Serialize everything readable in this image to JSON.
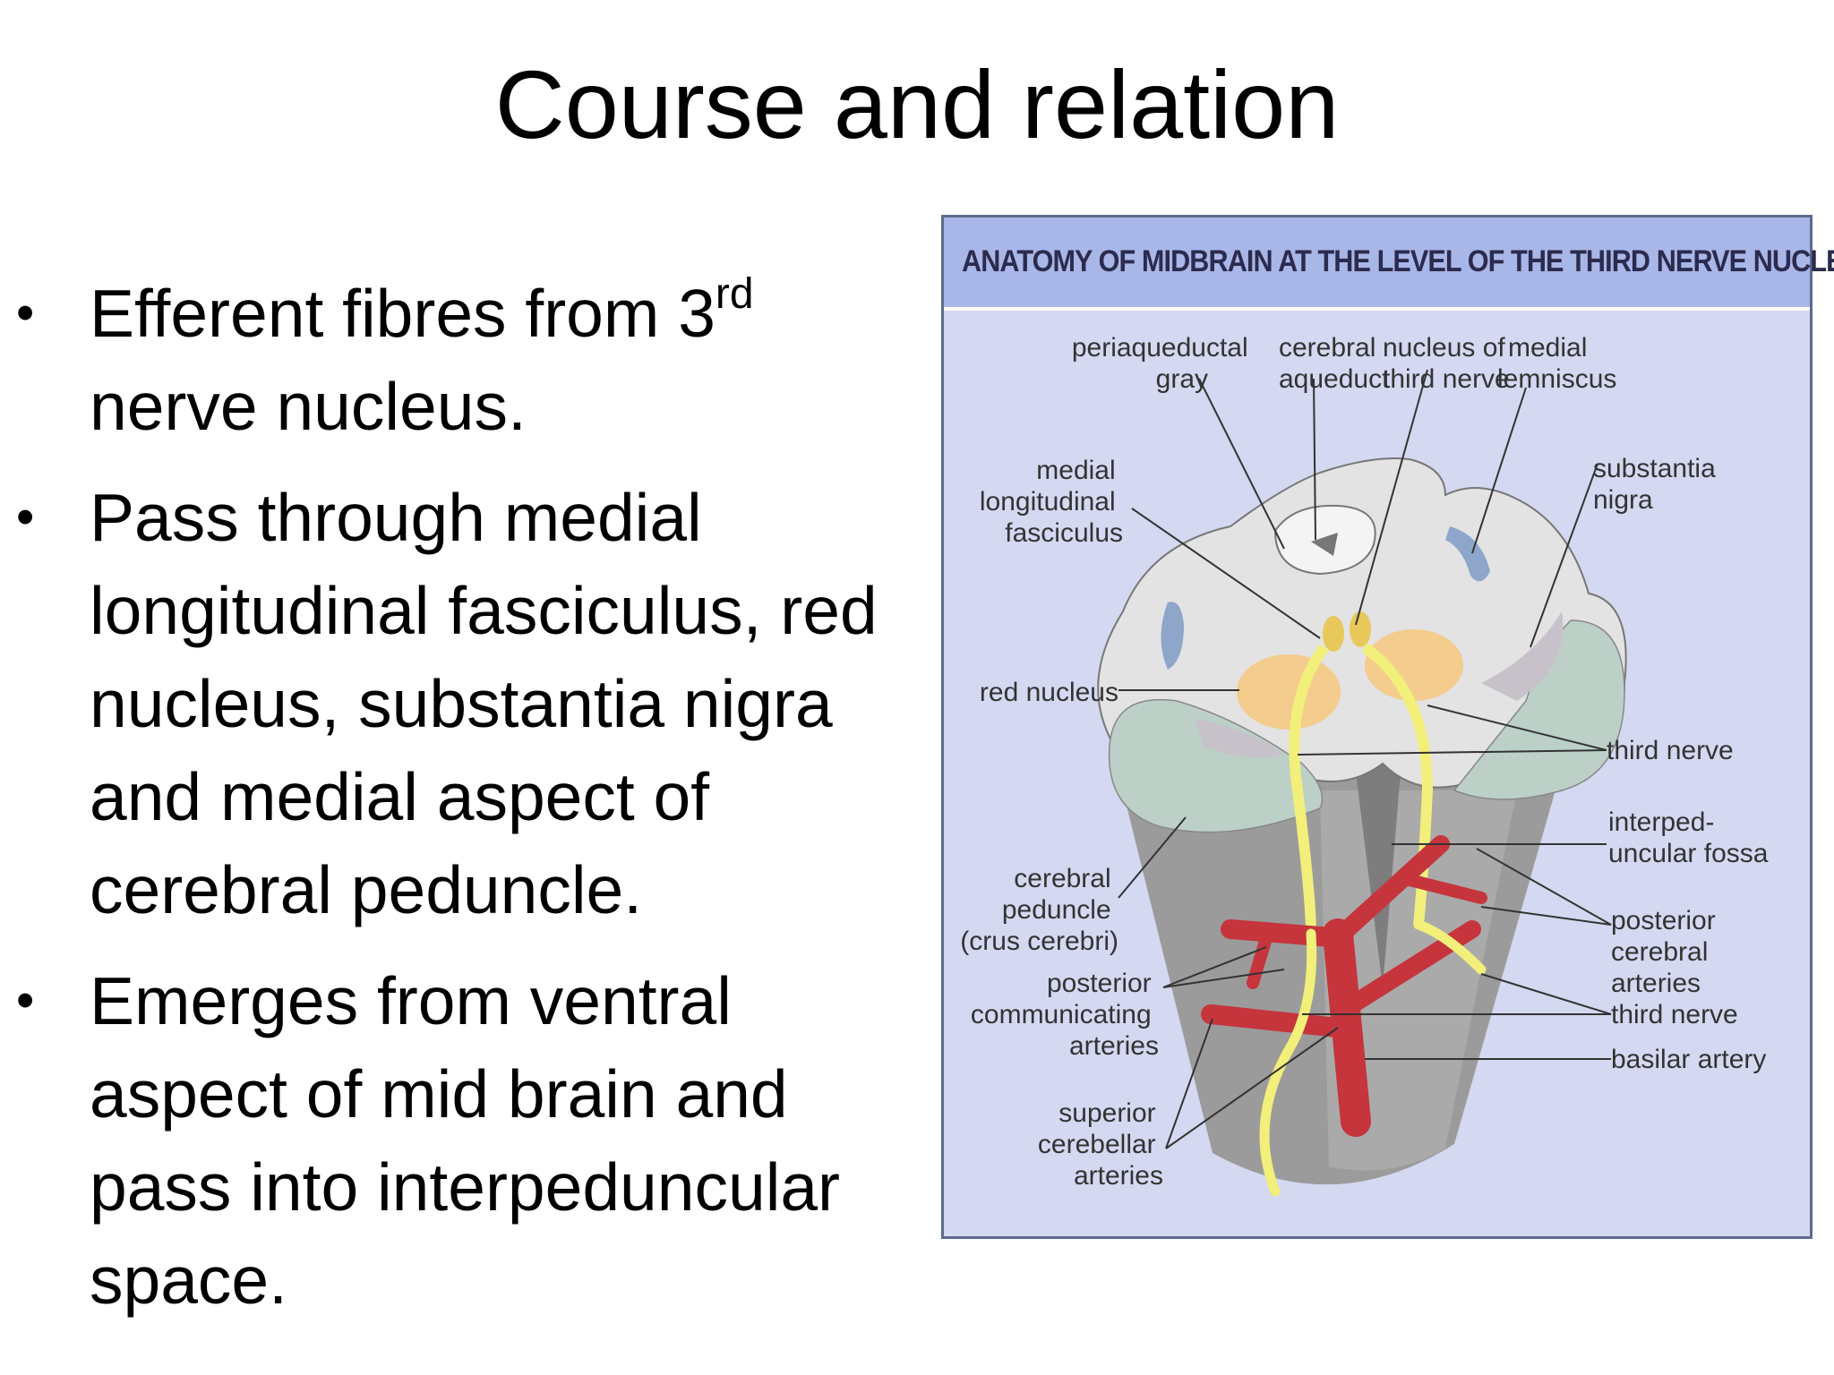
{
  "slide": {
    "title": "Course and relation",
    "bullets": [
      {
        "text": "Efferent fibres from 3",
        "sup": "rd",
        "text_after": " nerve nucleus."
      },
      {
        "text": "Pass through medial longitudinal fasciculus, red nucleus, substantia nigra and medial aspect of cerebral peduncle.",
        "sup": "",
        "text_after": ""
      },
      {
        "text": "Emerges from ventral aspect of mid brain and pass into interpeduncular space.",
        "sup": "",
        "text_after": ""
      }
    ],
    "bullet_glyph": "•"
  },
  "figure": {
    "header": "ANATOMY OF MIDBRAIN AT THE LEVEL OF THE THIRD NERVE NUCLEUS",
    "labels": {
      "periaqueductal_gray": [
        "periaqueductal",
        "gray"
      ],
      "cerebral_aqueduct": [
        "cerebral",
        "aqueduct"
      ],
      "nucleus_third_nerve": [
        "nucleus of",
        "third nerve"
      ],
      "medial_lemniscus": [
        "medial",
        "lemniscus"
      ],
      "substantia_nigra": [
        "substantia",
        "nigra"
      ],
      "mlf": [
        "medial",
        "longitudinal",
        "fasciculus"
      ],
      "red_nucleus": [
        "red nucleus"
      ],
      "third_nerve_top": [
        "third nerve"
      ],
      "interpeduncular_fossa": [
        "interped-",
        "uncular fossa"
      ],
      "cerebral_peduncle": [
        "cerebral",
        "peduncle",
        "(crus cerebri)"
      ],
      "posterior_cerebral_arteries": [
        "posterior",
        "cerebral",
        "arteries"
      ],
      "posterior_communicating_arteries": [
        "posterior",
        "communicating",
        "arteries"
      ],
      "third_nerve_bottom": [
        "third nerve"
      ],
      "basilar_artery": [
        "basilar artery"
      ],
      "superior_cerebellar_arteries": [
        "superior",
        "cerebellar",
        "arteries"
      ]
    },
    "colors": {
      "frame_bg": "#d4d8f1",
      "header_bg": "#a9b6e8",
      "brainstem_gray": "#9b9b9b",
      "section_light": "#e3e3e3",
      "peduncle_green": "#bcd0c8",
      "red_nucleus": "#f4c984",
      "nerve_yellow": "#f2ef7a",
      "artery_red": "#c6343c",
      "lemniscus_blue": "#8da6c9"
    }
  }
}
